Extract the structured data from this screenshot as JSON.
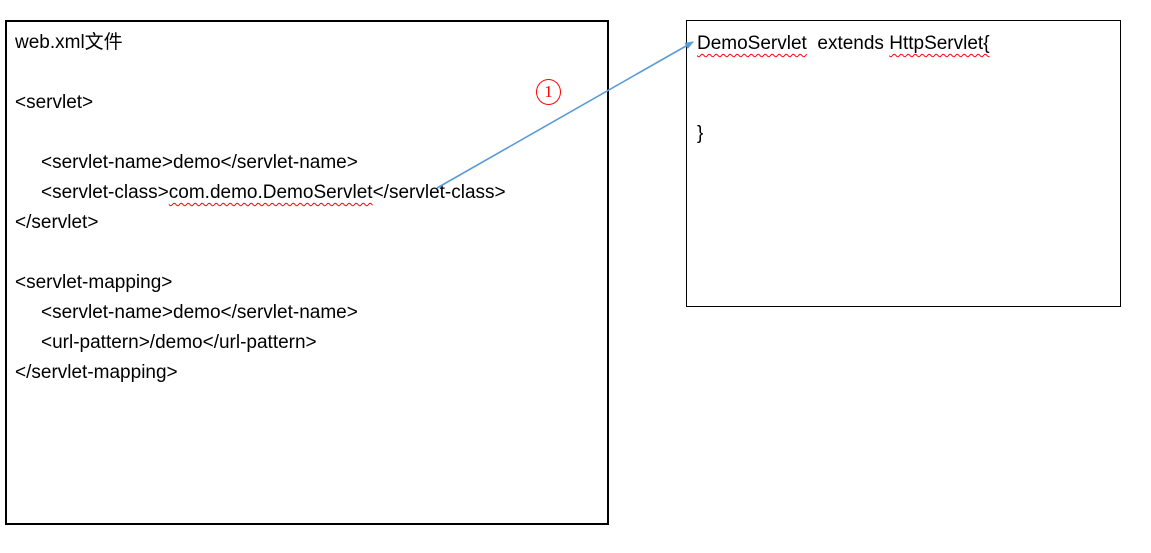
{
  "left_box": {
    "title": "web.xml文件",
    "servlet_open_tag": "<servlet>",
    "servlet_name_line": "<servlet-name>demo</servlet-name>",
    "servlet_class_prefix": "<servlet-class>",
    "servlet_class_value": "com.demo.DemoServlet",
    "servlet_class_suffix": "</servlet-class>",
    "servlet_close_tag": "</servlet>",
    "mapping_open_tag": "<servlet-mapping>",
    "mapping_servlet_name_line": "<servlet-name>demo</servlet-name>",
    "url_pattern_line": "<url-pattern>/demo</url-pattern>",
    "mapping_close_tag": "</servlet-mapping>"
  },
  "right_box": {
    "class_name": "DemoServlet",
    "extends_segment": "  extends ",
    "superclass_open": "HttpServlet{",
    "closing_brace": "}"
  },
  "annotation": {
    "step_label": "1"
  },
  "colors": {
    "arrow": "#5B9BD5",
    "annotation": "#FF0000",
    "spellcheck_underline": "#FF0000",
    "box_border": "#000000",
    "text": "#000000"
  }
}
